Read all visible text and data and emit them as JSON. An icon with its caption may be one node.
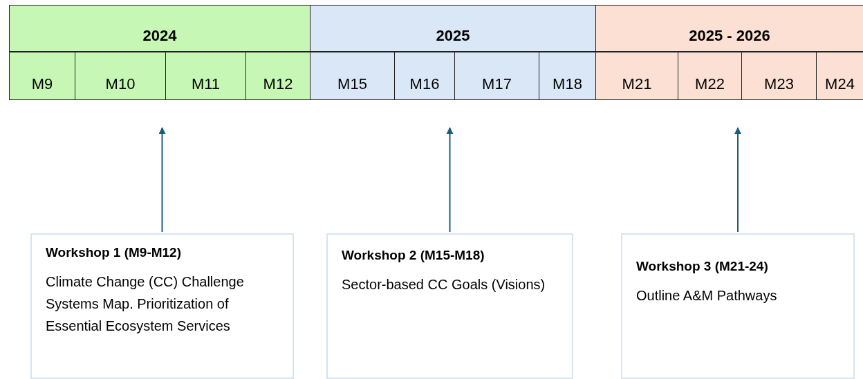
{
  "diagram": {
    "nodes": [
      {
        "text": [
          "2024"
        ]
      },
      {
        "text": [
          "2025"
        ]
      },
      {
        "text": [
          "2025 - 2026"
        ]
      },
      {
        "text": [
          "M9"
        ]
      },
      {
        "text": [
          "M10"
        ]
      },
      {
        "text": [
          "M11"
        ]
      },
      {
        "text": [
          "M12"
        ]
      },
      {
        "text": [
          "M15"
        ]
      },
      {
        "text": [
          "M16"
        ]
      },
      {
        "text": [
          "M17"
        ]
      },
      {
        "text": [
          "M18"
        ]
      },
      {
        "text": [
          "M21"
        ]
      },
      {
        "text": [
          "M22"
        ]
      },
      {
        "text": [
          "M23"
        ]
      },
      {
        "text": [
          "M24"
        ]
      },
      {
        "text": [
          "Workshop 1 (M9-M12)",
          "Climate Change (CC) Challenge Systems Map. Prioritization of Essential Ecosystem Services"
        ]
      },
      {
        "text": [
          "Workshop 2 (M15-M18)",
          "Sector-based CC Goals (Visions)"
        ]
      },
      {
        "text": [
          "Workshop 3 (M21-24)",
          "Outline A&M Pathways"
        ]
      }
    ],
    "edges": [
      {
        "from": 15,
        "to": null,
        "arrow": "to"
      },
      {
        "from": 16,
        "to": null,
        "arrow": "to"
      },
      {
        "from": 17,
        "to": null,
        "arrow": "to"
      }
    ]
  }
}
